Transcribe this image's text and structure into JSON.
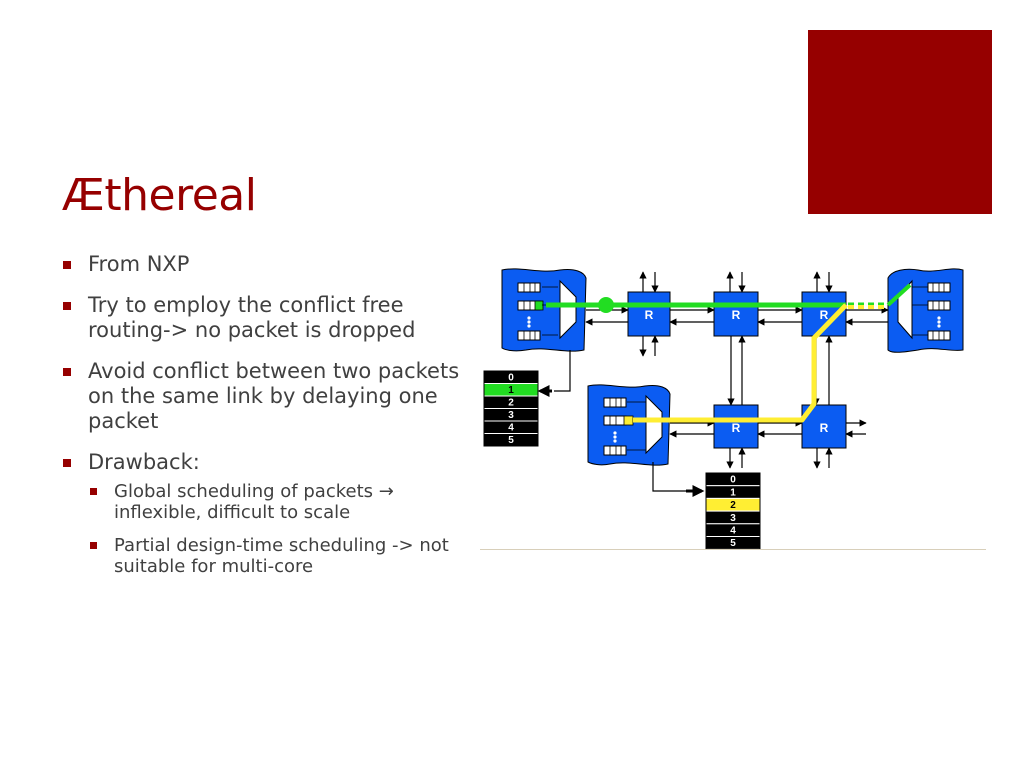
{
  "slide": {
    "title": "Æthereal",
    "accent_color": "#960000",
    "title_color": "#960000",
    "bullet_color": "#960000"
  },
  "bullets": [
    {
      "text": "From NXP"
    },
    {
      "text": "Try to employ the conflict free routing-> no packet is dropped"
    },
    {
      "text": "Avoid conflict between two packets on the same link by delaying one packet"
    },
    {
      "text": "Drawback:",
      "children": [
        {
          "text": "Global scheduling of packets → inflexible, difficult to scale"
        },
        {
          "text": "Partial design-time scheduling -> not suitable for multi-core"
        }
      ]
    }
  ],
  "diagram": {
    "router_label": "R",
    "colors": {
      "block": "#0b5cf2",
      "green_path": "#22dd22",
      "yellow_path": "#ffee33",
      "slot_background": "#000000",
      "slot_text": "#ffffff"
    },
    "slot_table_left": {
      "slots": [
        "0",
        "1",
        "2",
        "3",
        "4",
        "5"
      ],
      "highlight_index": 1,
      "highlight_color": "#22dd22"
    },
    "slot_table_bottom": {
      "slots": [
        "0",
        "1",
        "2",
        "3",
        "4",
        "5"
      ],
      "highlight_index": 2,
      "highlight_color": "#ffee33"
    }
  }
}
